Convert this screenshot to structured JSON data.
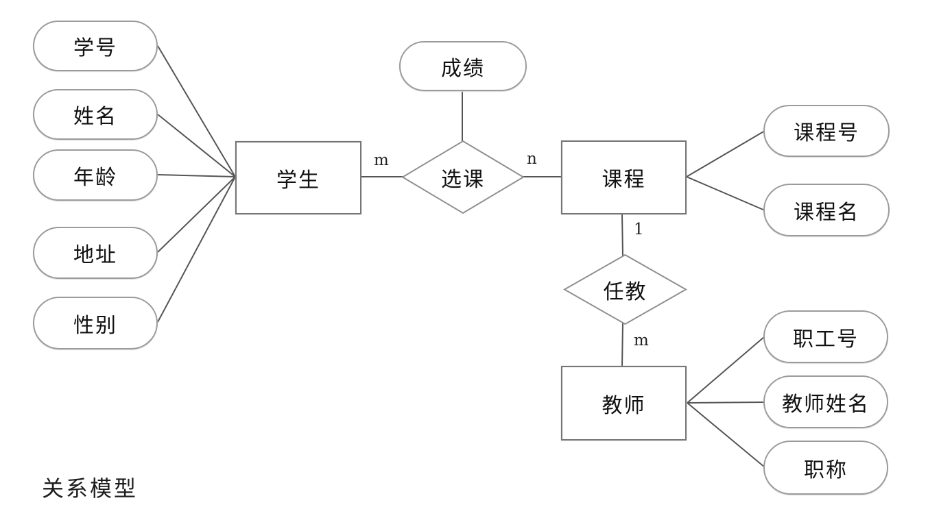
{
  "caption": "关系模型",
  "colors": {
    "background": "#ffffff",
    "line": "#555555",
    "entity_border": "#767676",
    "oval_border": "#9b9b9b",
    "diamond_border": "#8f8f8f",
    "text": "#111111"
  },
  "student": {
    "label": "学生",
    "attributes": [
      {
        "label": "学号"
      },
      {
        "label": "姓名"
      },
      {
        "label": "年龄"
      },
      {
        "label": "地址"
      },
      {
        "label": "性别"
      }
    ]
  },
  "course": {
    "label": "课程",
    "attributes": [
      {
        "label": "课程号"
      },
      {
        "label": "课程名"
      }
    ]
  },
  "teacher": {
    "label": "教师",
    "attributes": [
      {
        "label": "职工号"
      },
      {
        "label": "教师姓名"
      },
      {
        "label": "职称"
      }
    ]
  },
  "relationships": {
    "enroll": {
      "label": "选课",
      "attribute": {
        "label": "成绩"
      },
      "cardinality_student": "m",
      "cardinality_course": "n"
    },
    "teach": {
      "label": "任教",
      "cardinality_course": "1",
      "cardinality_teacher": "m"
    }
  }
}
